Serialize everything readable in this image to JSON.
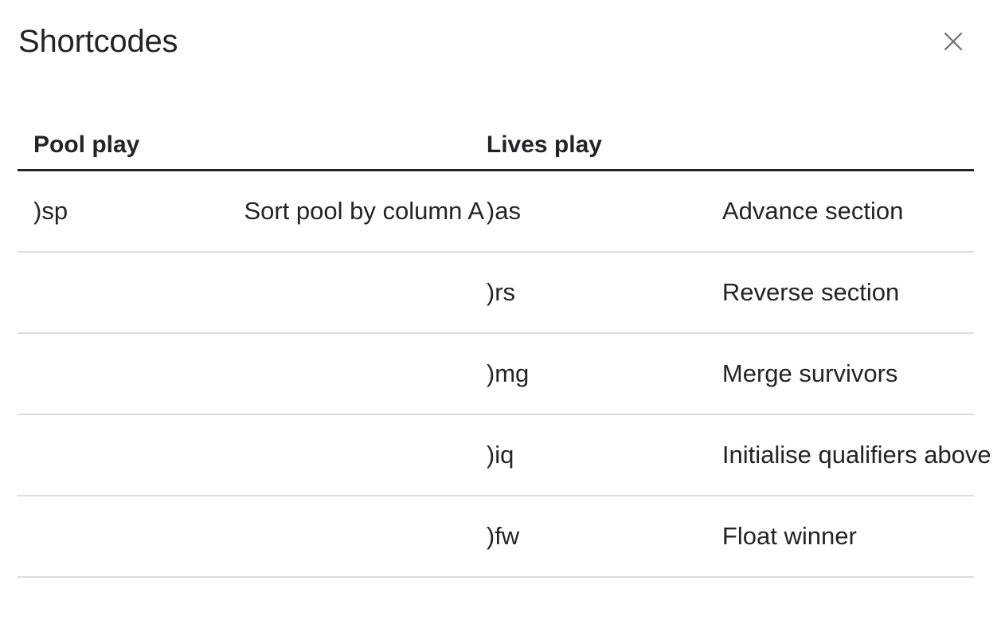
{
  "dialog": {
    "title": "Shortcodes",
    "close_icon": "close-icon",
    "close_label": "Close"
  },
  "table": {
    "headers": {
      "pool_play": "Pool play",
      "lives_play": "Lives play"
    },
    "pool_play_rows": [
      {
        "code": ")sp",
        "description": "Sort pool by column A"
      },
      {
        "code": "",
        "description": ""
      },
      {
        "code": "",
        "description": ""
      },
      {
        "code": "",
        "description": ""
      },
      {
        "code": "",
        "description": ""
      }
    ],
    "lives_play_rows": [
      {
        "code": ")as",
        "description": "Advance section"
      },
      {
        "code": ")rs",
        "description": "Reverse section"
      },
      {
        "code": ")mg",
        "description": "Merge survivors"
      },
      {
        "code": ")iq",
        "description": "Initialise qualifiers above"
      },
      {
        "code": ")fw",
        "description": "Float winner"
      }
    ]
  },
  "colors": {
    "text": "#212529",
    "divider": "#dadde1",
    "header_rule": "#212529",
    "close_icon": "#6f6f6f",
    "background": "#ffffff"
  }
}
